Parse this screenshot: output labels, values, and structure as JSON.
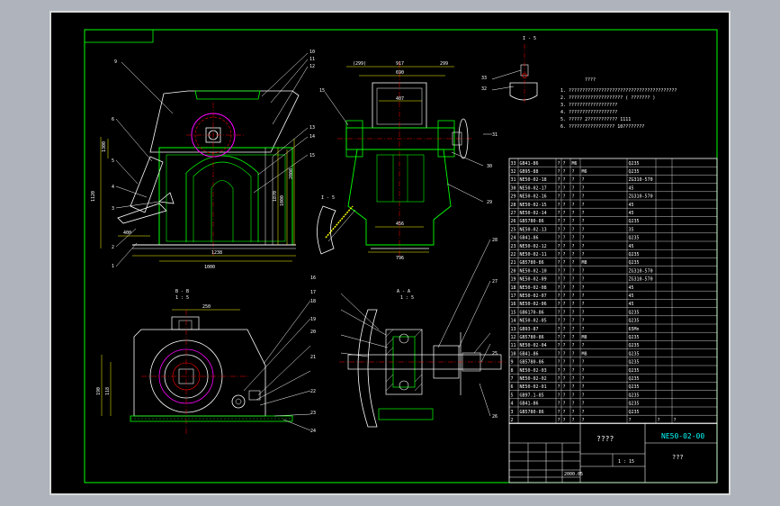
{
  "drawing": {
    "background": "#000000",
    "line_color_main": "#00ff00",
    "line_color_detail": "#ffffff",
    "line_color_dim": "#ffff00",
    "line_color_center": "#ff0000"
  },
  "section_labels": {
    "b_b": "B - B",
    "b_b_scale": "1 : 5",
    "a_a": "A - A",
    "a_a_scale": "1 : 5",
    "i_i": "I - 5",
    "top_detail": "I - 5"
  },
  "dimensions": {
    "front_width": "1000",
    "front_1238": "1238",
    "front_1120": "1120",
    "front_1300": "1300",
    "front_1870": "1870",
    "front_2000": "2000",
    "front_400": "400",
    "side_917": "917",
    "side_690": "690",
    "side_299a": "(299)",
    "side_299b": "299",
    "side_407": "407",
    "side_796": "796",
    "side_456": "456",
    "bb_250": "250",
    "bb_190": "190",
    "bb_118": "118"
  },
  "balloons_front": [
    "9",
    "10",
    "11",
    "12",
    "13",
    "14",
    "15",
    "1",
    "2",
    "3",
    "4",
    "5",
    "6"
  ],
  "balloons_side": [
    "15",
    "31",
    "30",
    "29",
    "33",
    "32"
  ],
  "balloons_lower": [
    "16",
    "17",
    "18",
    "19",
    "20",
    "21",
    "22",
    "23",
    "24",
    "25",
    "26",
    "27",
    "28"
  ],
  "notes": {
    "title": "????",
    "lines": [
      "1. ????????????????????????????????????????",
      "2. ???????????????????? ( ??????? )",
      "3. ??????????????????",
      "4. ??????????????????",
      "5. ????? 2??????????? 1111",
      "6. ?????????????????     10????????"
    ]
  },
  "bom_rows": [
    [
      "33",
      "GB41-86",
      "?",
      "?",
      "M6",
      "",
      "Q235",
      "",
      ""
    ],
    [
      "32",
      "GB95-88",
      "?",
      "?",
      "?",
      "M6",
      "Q235",
      "",
      ""
    ],
    [
      "31",
      "NE50-02-18",
      "?",
      "?",
      "?",
      "?",
      "ZG310-570",
      "",
      ""
    ],
    [
      "30",
      "NE50-02-17",
      "?",
      "?",
      "?",
      "?",
      "45",
      "",
      ""
    ],
    [
      "29",
      "NE50-02-16",
      "?",
      "?",
      "?",
      "?",
      "ZG310-570",
      "",
      ""
    ],
    [
      "28",
      "NE50-02-15",
      "?",
      "?",
      "?",
      "?",
      "45",
      "",
      ""
    ],
    [
      "27",
      "NE50-02-14",
      "?",
      "?",
      "?",
      "?",
      "45",
      "",
      ""
    ],
    [
      "26",
      "GB5780-86",
      "?",
      "?",
      "?",
      "?",
      "Q235",
      "",
      ""
    ],
    [
      "25",
      "NE50-02-13",
      "?",
      "?",
      "?",
      "?",
      "35",
      "",
      ""
    ],
    [
      "24",
      "GB41-86",
      "?",
      "?",
      "?",
      "?",
      "Q235",
      "",
      ""
    ],
    [
      "23",
      "NE50-02-12",
      "?",
      "?",
      "?",
      "?",
      "45",
      "",
      ""
    ],
    [
      "22",
      "NE50-02-11",
      "?",
      "?",
      "?",
      "?",
      "Q235",
      "",
      ""
    ],
    [
      "21",
      "GB5780-86",
      "?",
      "?",
      "?",
      "M8",
      "Q235",
      "",
      ""
    ],
    [
      "20",
      "NE50-02-10",
      "?",
      "?",
      "?",
      "?",
      "ZG310-570",
      "",
      ""
    ],
    [
      "19",
      "NE50-02-09",
      "?",
      "?",
      "?",
      "?",
      "ZG310-570",
      "",
      ""
    ],
    [
      "18",
      "NE50-02-08",
      "?",
      "?",
      "?",
      "?",
      "45",
      "",
      ""
    ],
    [
      "17",
      "NE50-02-07",
      "?",
      "?",
      "?",
      "?",
      "45",
      "",
      ""
    ],
    [
      "16",
      "NE50-02-06",
      "?",
      "?",
      "?",
      "?",
      "45",
      "",
      ""
    ],
    [
      "15",
      "GB6170-86",
      "?",
      "?",
      "?",
      "?",
      "Q235",
      "",
      ""
    ],
    [
      "14",
      "NE50-02-05",
      "?",
      "?",
      "?",
      "?",
      "Q235",
      "",
      ""
    ],
    [
      "13",
      "GB93-87",
      "?",
      "?",
      "?",
      "?",
      "65Mn",
      "",
      ""
    ],
    [
      "12",
      "GB5780-86",
      "?",
      "?",
      "?",
      "M8",
      "Q235",
      "",
      ""
    ],
    [
      "11",
      "NE50-02-04",
      "?",
      "?",
      "?",
      "?",
      "Q235",
      "",
      ""
    ],
    [
      "10",
      "GB41-86",
      "?",
      "?",
      "?",
      "M8",
      "Q235",
      "",
      ""
    ],
    [
      "9",
      "GB5780-86",
      "?",
      "?",
      "?",
      "?",
      "Q235",
      "",
      ""
    ],
    [
      "8",
      "NE50-02-03",
      "?",
      "?",
      "?",
      "?",
      "Q235",
      "",
      ""
    ],
    [
      "7",
      "NE50-02-02",
      "?",
      "?",
      "?",
      "?",
      "Q235",
      "",
      ""
    ],
    [
      "6",
      "NE50-02-01",
      "?",
      "?",
      "?",
      "?",
      "Q235",
      "",
      ""
    ],
    [
      "5",
      "GB97.1-85",
      "?",
      "?",
      "?",
      "?",
      "Q235",
      "",
      ""
    ],
    [
      "4",
      "GB41-86",
      "?",
      "?",
      "?",
      "?",
      "Q235",
      "",
      ""
    ],
    [
      "3",
      "GB5780-86",
      "?",
      "?",
      "?",
      "?",
      "Q235",
      "",
      ""
    ],
    [
      "2",
      "",
      "?",
      "?",
      "?",
      "?",
      "?",
      "?",
      "?"
    ]
  ],
  "title_block": {
    "drawing_name": "????",
    "drawing_no": "NE50-02-00",
    "company": "???",
    "scale": "1 : 15",
    "date": "2000.05"
  }
}
